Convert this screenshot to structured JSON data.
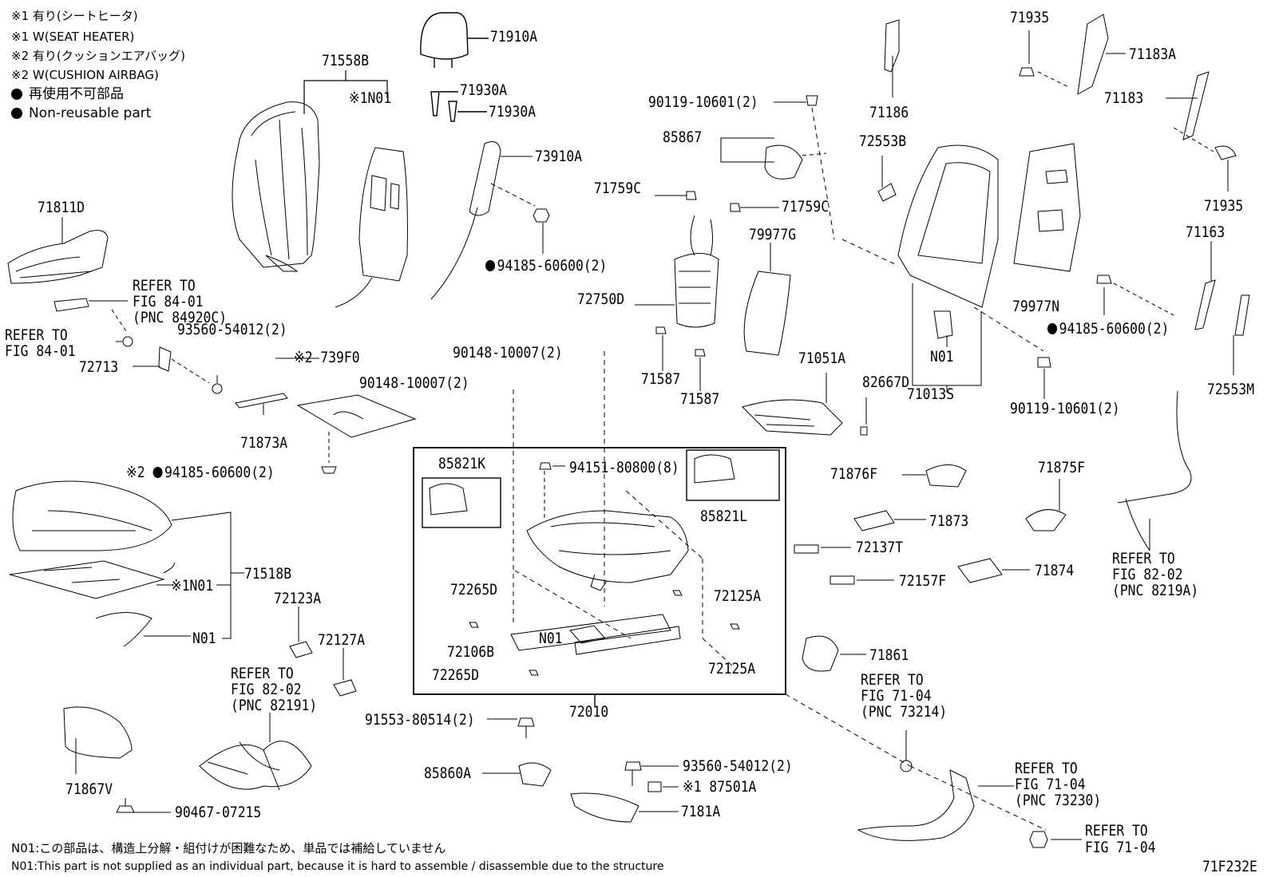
{
  "legend": {
    "l1": "※1 有り(シートヒータ)",
    "l2": "※1 W(SEAT HEATER)",
    "l3": "※2 有り(クッションエアバッグ)",
    "l4": "※2 W(CUSHION AIRBAG)",
    "l5": "再使用不可部品",
    "l6": "Non-reusable part"
  },
  "parts": {
    "p71910A": "71910A",
    "p71930A_1": "71930A",
    "p71930A_2": "71930A",
    "p71558B": "71558B",
    "p_n01_heater_back": "※1N01",
    "p73910A": "73910A",
    "p94185_a": "94185-60600(2)",
    "p71811D": "71811D",
    "refer_8401_a": "REFER TO",
    "refer_8401_b": "FIG 84-01",
    "refer_8401_c": "(PNC 84920C)",
    "refer2_8401_a": "REFER TO",
    "refer2_8401_b": "FIG 84-01",
    "p93560_a": "93560-54012(2)",
    "p72713": "72713",
    "p739F0": "※2 739F0",
    "p71873A": "71873A",
    "p94185_b": "※2 ",
    "p94185_b2": "94185-60600(2)",
    "p90148_a": "90148-10007(2)",
    "p90148_b": "90148-10007(2)",
    "p90119_a": "90119-10601(2)",
    "p85867": "85867",
    "p71759C_a": "71759C",
    "p71759C_b": "71759C",
    "p72750D": "72750D",
    "p79977G": "79977G",
    "p71587_a": "71587",
    "p71587_b": "71587",
    "p71186": "71186",
    "p72553B": "72553B",
    "p71935_a": "71935",
    "p71183A": "71183A",
    "p71183": "71183",
    "p71935_b": "71935",
    "p79977N": "79977N",
    "p71163": "71163",
    "p94185_c": "94185-60600(2)",
    "p90119_b": "90119-10601(2)",
    "p72553M": "72553M",
    "p_n01_frame": "N01",
    "p71013S": "71013S",
    "p71051A": "71051A",
    "p82667D": "82667D",
    "p85821K": "85821K",
    "p94151": "94151-80800(8)",
    "p85821L": "85821L",
    "p72265D_a": "72265D",
    "p72106B": "72106B",
    "p_n01_track": "N01",
    "p72265D_b": "72265D",
    "p72125A_a": "72125A",
    "p72125A_b": "72125A",
    "p72010": "72010",
    "p71518B": "71518B",
    "p_n01_heater_cush": "※1N01",
    "p_n01_cush": "N01",
    "p72123A": "72123A",
    "p72127A": "72127A",
    "refer_8202a_a": "REFER TO",
    "refer_8202a_b": "FIG 82-02",
    "refer_8202a_c": "(PNC 82191)",
    "p71867V": "71867V",
    "p90467": "90467-07215",
    "p91553": "91553-80514(2)",
    "p85860A": "85860A",
    "p93560_b": "93560-54012(2)",
    "p87501A": "※1 87501A",
    "p7181A": "7181A",
    "p71876F": "71876F",
    "p71873": "71873",
    "p72137T": "72137T",
    "p72157F": "72157F",
    "p71875F": "71875F",
    "p71874": "71874",
    "refer_8202b_a": "REFER TO",
    "refer_8202b_b": "FIG 82-02",
    "refer_8202b_c": "(PNC 8219A)",
    "p71861": "71861",
    "refer_7104a_a": "REFER TO",
    "refer_7104a_b": "FIG 71-04",
    "refer_7104a_c": "(PNC 73214)",
    "refer_7104b_a": "REFER TO",
    "refer_7104b_b": "FIG 71-04",
    "refer_7104b_c": "(PNC 73230)",
    "refer_7104c_a": "REFER TO",
    "refer_7104c_b": "FIG 71-04"
  },
  "footer": {
    "note_jp": "N01:この部品は、構造上分解・組付けが困難なため、単品では補給していません",
    "note_en": "N01:This part is not supplied as an individual part, because it is hard to assemble / disassemble due to the structure",
    "figure_id": "71F232E"
  }
}
